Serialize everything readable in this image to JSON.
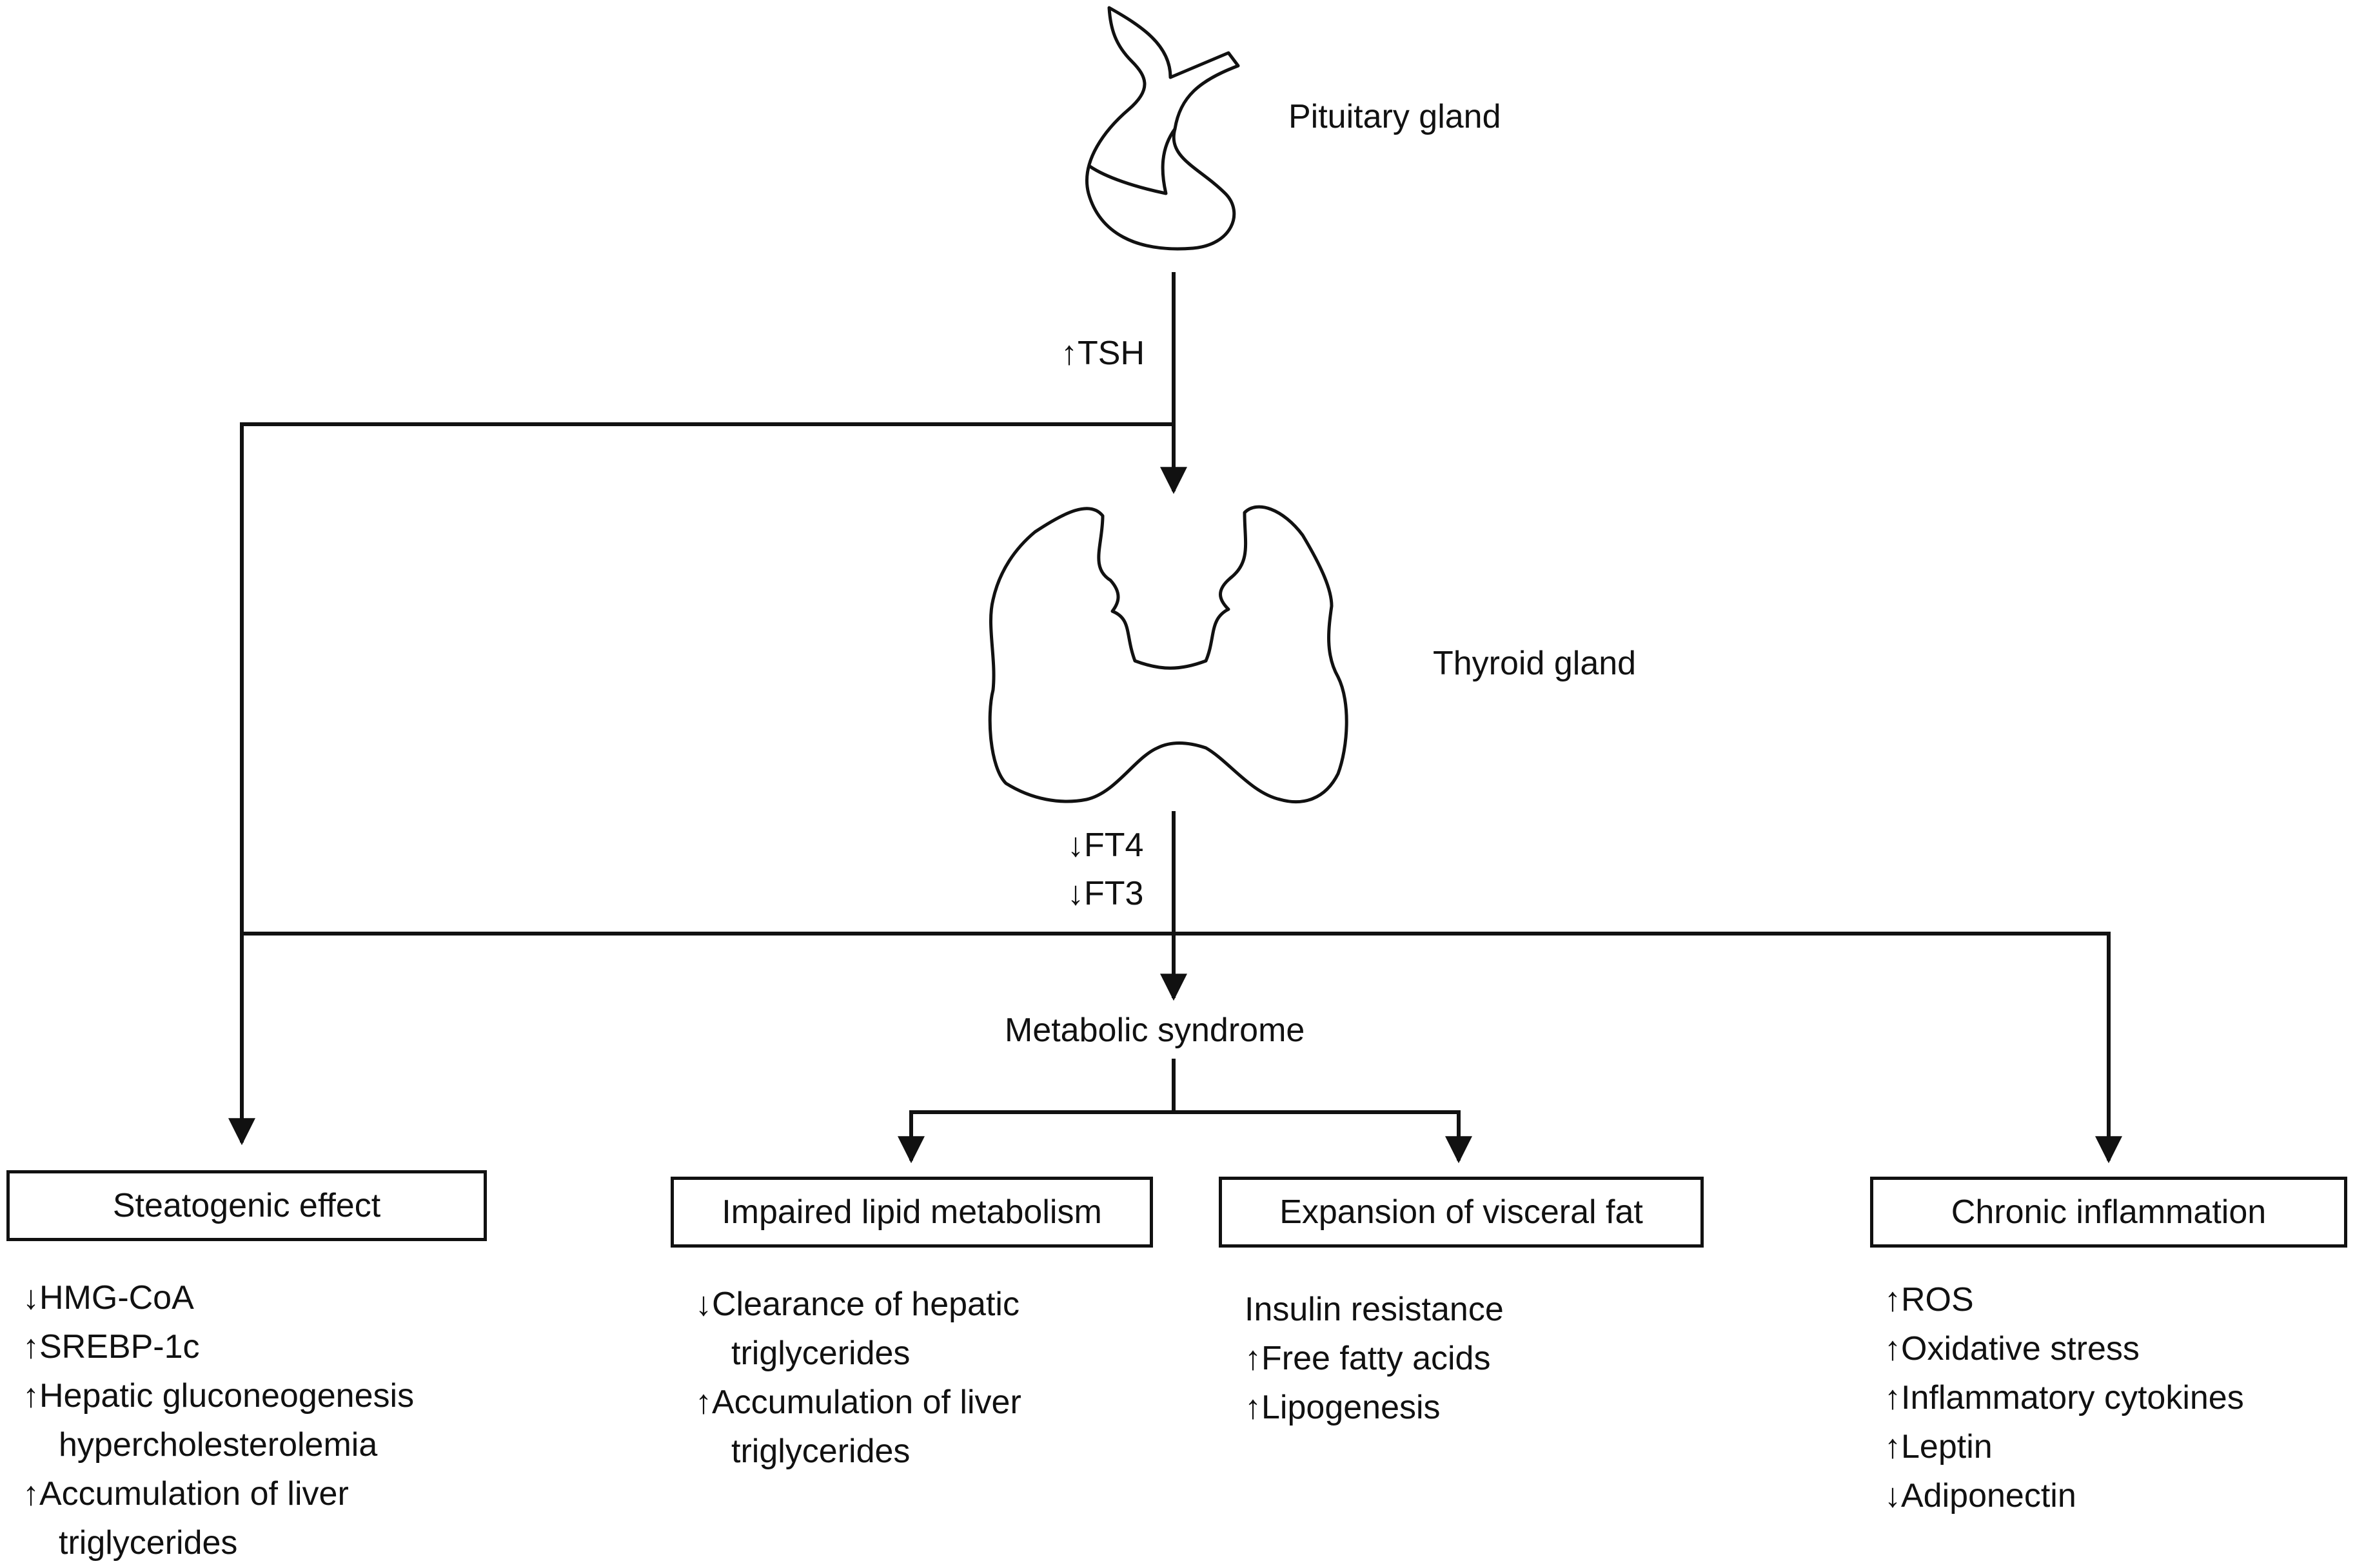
{
  "colors": {
    "line": "#111111",
    "background": "#ffffff"
  },
  "glands": {
    "pituitary": {
      "label": "Pituitary gland",
      "icon": "pituitary-gland-icon"
    },
    "thyroid": {
      "label": "Thyroid gland",
      "icon": "thyroid-gland-icon"
    }
  },
  "hormones": {
    "tsh": "↑TSH",
    "ft4": "↓FT4",
    "ft3": "↓FT3"
  },
  "center": {
    "metabolic_syndrome": "Metabolic syndrome"
  },
  "boxes": {
    "steatogenic": "Steatogenic effect",
    "lipid": "Impaired lipid metabolism",
    "visceral": "Expansion of visceral fat",
    "inflammation": "Chronic inflammation"
  },
  "lists": {
    "steatogenic": [
      "↓HMG-CoA",
      "↑SREBP-1c",
      "↑Hepatic gluconeogenesis",
      "  hypercholesterolemia",
      "↑Accumulation of liver",
      "  triglycerides"
    ],
    "lipid": [
      "↓Clearance of hepatic",
      "  triglycerides",
      "↑Accumulation of liver",
      "  triglycerides"
    ],
    "visceral": [
      "Insulin resistance",
      "↑Free fatty acids",
      "↑Lipogenesis"
    ],
    "inflammation": [
      "↑ROS",
      "↑Oxidative stress",
      "↑Inflammatory cytokines",
      "↑Leptin",
      "↓Adiponectin"
    ]
  }
}
